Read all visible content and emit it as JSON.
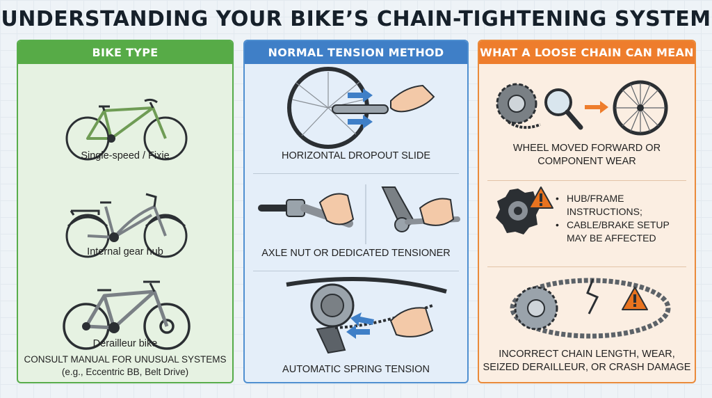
{
  "title": "UNDERSTANDING YOUR BIKE’S CHAIN-TIGHTENING SYSTEM",
  "panels": {
    "bike_type": {
      "heading": "BIKE TYPE",
      "items": [
        {
          "caption": "Single-speed / Fixie",
          "icon": "single-speed-bike-icon"
        },
        {
          "caption": "Internal gear hub",
          "icon": "city-bike-icon"
        },
        {
          "caption": "Derailleur bike",
          "icon": "derailleur-bike-icon"
        }
      ],
      "note_line1": "CONSULT MANUAL FOR UNUSUAL SYSTEMS",
      "note_line2": "(e.g., Eccentric BB, Belt Drive)"
    },
    "method": {
      "heading": "NORMAL TENSION METHOD",
      "items": [
        {
          "caption": "HORIZONTAL DROPOUT SLIDE",
          "icon": "dropout-slide-icon"
        },
        {
          "caption": "AXLE NUT OR DEDICATED TENSIONER",
          "icon": "wrench-tensioner-icon"
        },
        {
          "caption": "AUTOMATIC SPRING TENSION",
          "icon": "rear-derailleur-icon"
        }
      ]
    },
    "loose_chain": {
      "heading": "WHAT A LOOSE CHAIN CAN MEAN",
      "item1_line1": "WHEEL MOVED FORWARD OR",
      "item1_line2": "COMPONENT WEAR",
      "item2_bullet1_line1": "HUB/FRAME",
      "item2_bullet1_line2": "INSTRUCTIONS;",
      "item2_bullet2_line1": "CABLE/BRAKE SETUP",
      "item2_bullet2_line2": "MAY BE AFFECTED",
      "item3_line1": "INCORRECT CHAIN LENGTH, WEAR,",
      "item3_line2": "SEIZED DERAILLEUR, OR CRASH DAMAGE",
      "icons": [
        "sprocket-chain-icon",
        "magnifier-icon",
        "arrow-right-icon",
        "wheel-icon",
        "hub-icon",
        "warning-icon",
        "broken-chain-icon"
      ]
    }
  },
  "colors": {
    "green": "#57ab47",
    "blue": "#3f7fc7",
    "orange": "#ee7d2c",
    "warning": "#e8731f"
  }
}
